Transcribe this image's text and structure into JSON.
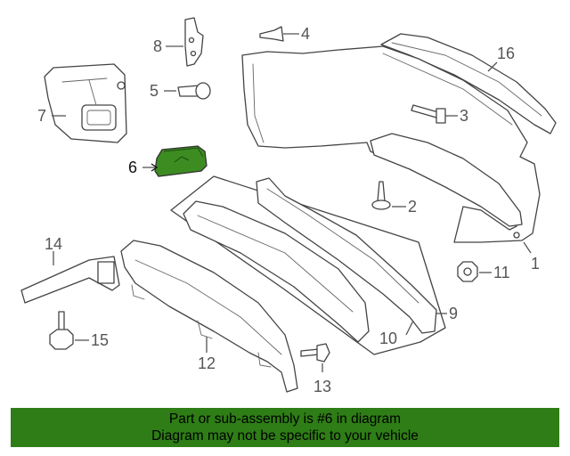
{
  "diagram": {
    "highlight_color": "#3d8c22",
    "highlighted_part": "6",
    "callouts": {
      "c1": "1",
      "c2": "2",
      "c3": "3",
      "c4": "4",
      "c5": "5",
      "c6": "6",
      "c7": "7",
      "c8": "8",
      "c9": "9",
      "c10": "10",
      "c11": "11",
      "c12": "12",
      "c13": "13",
      "c14": "14",
      "c15": "15",
      "c16": "16"
    }
  },
  "footer": {
    "background": "#2e7d16",
    "line1": "Part or sub-assembly is #6 in diagram",
    "line2": "Diagram may not be specific to your vehicle"
  }
}
